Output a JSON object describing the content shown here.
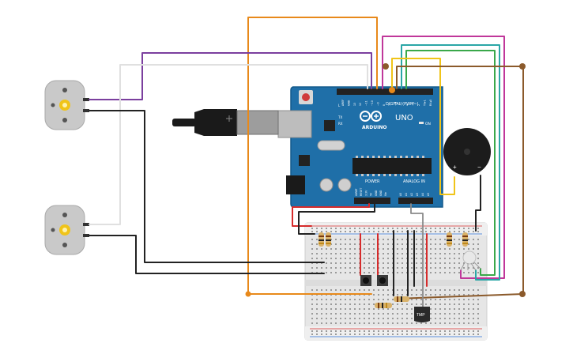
{
  "arduino": {
    "brand": "ARDUINO",
    "model": "UNO",
    "digital_label": "DIGITAL (PWM~)",
    "power_label": "POWER",
    "analog_label": "ANALOG IN",
    "on_label": "ON",
    "tx_label": "TX",
    "rx_label": "RX",
    "l_label": "L",
    "pin_labels_top": [
      "AREF",
      "GND",
      "13",
      "12",
      "~11",
      "~10",
      "~9",
      "8",
      "7",
      "~6",
      "~5",
      "4",
      "~3",
      "2",
      "TX▸1",
      "RX◂0"
    ],
    "pin_labels_power": [
      "IOREF",
      "RESET",
      "3.3V",
      "5V",
      "GND",
      "GND",
      "Vin"
    ],
    "pin_labels_analog": [
      "A0",
      "A1",
      "A2",
      "A3",
      "A4",
      "A5"
    ]
  },
  "buzzer": {
    "plus": "+",
    "minus": "−"
  },
  "sensor": {
    "label": "TMP"
  },
  "wire_colors": {
    "orange": "#e8891a",
    "purple": "#7b3f9e",
    "magenta": "#c0379a",
    "teal": "#2aa6a6",
    "green": "#3aa84a",
    "yellow": "#f0c419",
    "brown": "#8b5a2b",
    "red": "#d62b2b",
    "black": "#222222",
    "white": "#e8e8e8",
    "grey": "#8a8a8a"
  },
  "colors": {
    "board": "#1f6fa8",
    "board_dark": "#145a8c",
    "breadboard": "#e9e9e9",
    "motor": "#c9c9c9"
  }
}
